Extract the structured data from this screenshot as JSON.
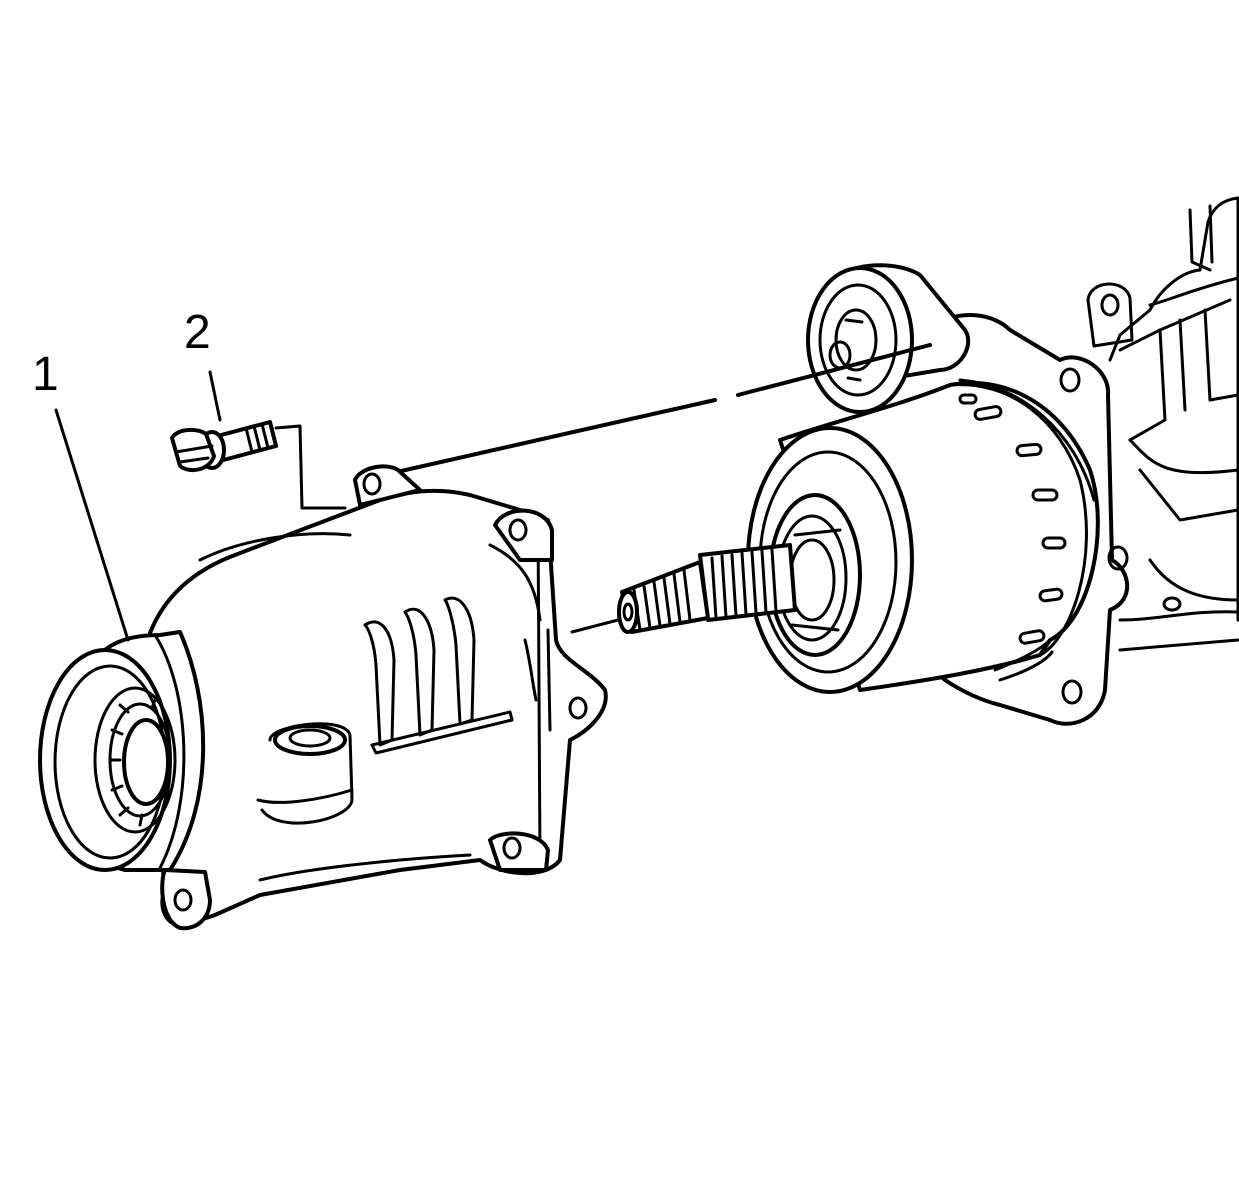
{
  "callouts": [
    {
      "id": "1",
      "label": "1"
    },
    {
      "id": "2",
      "label": "2"
    }
  ],
  "colors": {
    "line": "#000000",
    "background": "#ffffff"
  },
  "icons": [
    "bolt-icon"
  ]
}
